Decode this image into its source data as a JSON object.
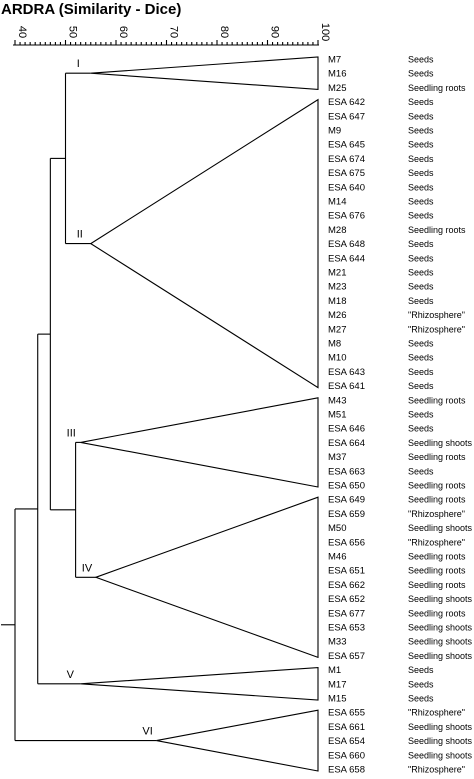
{
  "title": "ARDRA (Similarity - Dice)",
  "axis": {
    "min": 40,
    "max": 100,
    "ticks": [
      "40",
      "50",
      "60",
      "70",
      "80",
      "90",
      "100"
    ]
  },
  "leaves": [
    {
      "id": "M7",
      "source": "Seeds"
    },
    {
      "id": "M16",
      "source": "Seeds"
    },
    {
      "id": "M25",
      "source": "Seedling roots"
    },
    {
      "id": "ESA 642",
      "source": "Seeds"
    },
    {
      "id": "ESA 647",
      "source": "Seeds"
    },
    {
      "id": "M9",
      "source": "Seeds"
    },
    {
      "id": "ESA 645",
      "source": "Seeds"
    },
    {
      "id": "ESA 674",
      "source": "Seeds"
    },
    {
      "id": "ESA 675",
      "source": "Seeds"
    },
    {
      "id": "ESA 640",
      "source": "Seeds"
    },
    {
      "id": "M14",
      "source": "Seeds"
    },
    {
      "id": "ESA 676",
      "source": "Seeds"
    },
    {
      "id": "M28",
      "source": "Seedling roots"
    },
    {
      "id": "ESA 648",
      "source": "Seeds"
    },
    {
      "id": "ESA 644",
      "source": "Seeds"
    },
    {
      "id": "M21",
      "source": "Seeds"
    },
    {
      "id": "M23",
      "source": "Seeds"
    },
    {
      "id": "M18",
      "source": "Seeds"
    },
    {
      "id": "M26",
      "source": "\"Rhizosphere\""
    },
    {
      "id": "M27",
      "source": "\"Rhizosphere\""
    },
    {
      "id": "M8",
      "source": "Seeds"
    },
    {
      "id": "M10",
      "source": "Seeds"
    },
    {
      "id": "ESA 643",
      "source": "Seeds"
    },
    {
      "id": "ESA 641",
      "source": "Seeds"
    },
    {
      "id": "M43",
      "source": "Seedling roots"
    },
    {
      "id": "M51",
      "source": "Seeds"
    },
    {
      "id": "ESA 646",
      "source": "Seeds"
    },
    {
      "id": "ESA 664",
      "source": "Seedling shoots"
    },
    {
      "id": "M37",
      "source": "Seedling roots"
    },
    {
      "id": "ESA 663",
      "source": "Seeds"
    },
    {
      "id": "ESA 650",
      "source": "Seedling roots"
    },
    {
      "id": "ESA 649",
      "source": "Seedling roots"
    },
    {
      "id": "ESA 659",
      "source": "\"Rhizosphere\""
    },
    {
      "id": "M50",
      "source": "Seedling shoots"
    },
    {
      "id": "ESA 656",
      "source": "\"Rhizosphere\""
    },
    {
      "id": "M46",
      "source": "Seedling roots"
    },
    {
      "id": "ESA 651",
      "source": "Seedling roots"
    },
    {
      "id": "ESA 662",
      "source": "Seedling roots"
    },
    {
      "id": "ESA 652",
      "source": "Seedling shoots"
    },
    {
      "id": "ESA 677",
      "source": "Seedling roots"
    },
    {
      "id": "ESA 653",
      "source": "Seedling shoots"
    },
    {
      "id": "M33",
      "source": "Seedling shoots"
    },
    {
      "id": "ESA 657",
      "source": "Seedling shoots"
    },
    {
      "id": "M1",
      "source": "Seeds"
    },
    {
      "id": "M17",
      "source": "Seeds"
    },
    {
      "id": "M15",
      "source": "Seeds"
    },
    {
      "id": "ESA 655",
      "source": "\"Rhizosphere\""
    },
    {
      "id": "ESA 661",
      "source": "Seedling shoots"
    },
    {
      "id": "ESA 654",
      "source": "Seedling shoots"
    },
    {
      "id": "ESA 660",
      "source": "Seedling shoots"
    },
    {
      "id": "ESA 658",
      "source": "\"Rhizosphere\""
    }
  ],
  "clusters": [
    {
      "label": "I",
      "first": 0,
      "last": 2,
      "node": 55
    },
    {
      "label": "II",
      "first": 3,
      "last": 23,
      "node": 55
    },
    {
      "label": "III",
      "first": 24,
      "last": 30,
      "node": 53
    },
    {
      "label": "IV",
      "first": 31,
      "last": 42,
      "node": 56
    },
    {
      "label": "V",
      "first": 43,
      "last": 45,
      "node": 53
    },
    {
      "label": "VI",
      "first": 46,
      "last": 50,
      "node": 68
    }
  ],
  "tree": [
    {
      "children": [
        "I",
        "II"
      ],
      "similarity": 50
    },
    {
      "children": [
        "III",
        "IV"
      ],
      "similarity": 52
    },
    {
      "children": [
        "I+II",
        "III+IV"
      ],
      "similarity": 47
    },
    {
      "children": [
        "I-IV",
        "V"
      ],
      "similarity": 44.5
    },
    {
      "children": [
        "I-V",
        "VI"
      ],
      "similarity": 40
    }
  ]
}
